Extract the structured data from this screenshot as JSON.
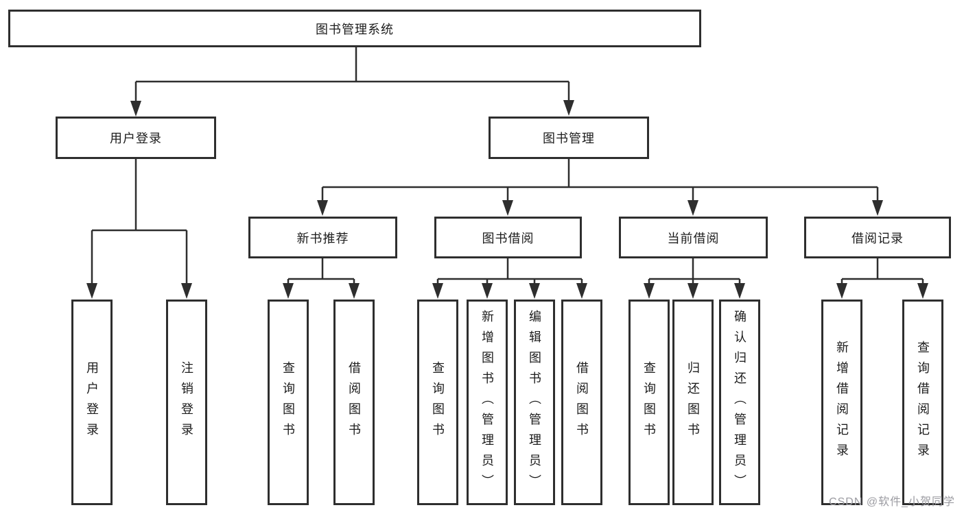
{
  "diagram": {
    "root": {
      "label": "图书管理系统"
    },
    "branches": [
      {
        "label": "用户登录",
        "leaves": [
          "用户登录",
          "注销登录"
        ]
      },
      {
        "label": "图书管理",
        "groups": [
          {
            "label": "新书推荐",
            "leaves": [
              "查询图书",
              "借阅图书"
            ]
          },
          {
            "label": "图书借阅",
            "leaves": [
              "查询图书",
              "新增图书（管理员）",
              "编辑图书（管理员）",
              "借阅图书"
            ]
          },
          {
            "label": "当前借阅",
            "leaves": [
              "查询图书",
              "归还图书",
              "确认归还（管理员）"
            ]
          },
          {
            "label": "借阅记录",
            "leaves": [
              "新增借阅记录",
              "查询借阅记录"
            ]
          }
        ]
      }
    ]
  },
  "watermark": "CSDN @软件_小贺同学",
  "colors": {
    "line": "#2e2e2e",
    "text": "#1c1c1c",
    "background": "#ffffff",
    "watermark": "#9b9ba1"
  }
}
